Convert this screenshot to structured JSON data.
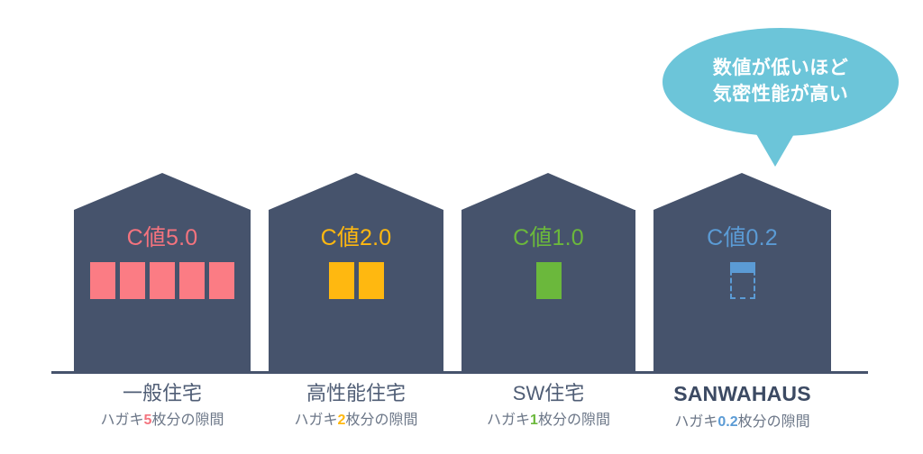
{
  "palette": {
    "house_body": "#46536c",
    "bubble_teal": "#6cc5d9",
    "bubble_text": "#ffffff",
    "pink": "#f4737e",
    "card_pink": "#fb7c84",
    "amber": "#ffb810",
    "green": "#6bb83c",
    "blue": "#5b9bd5",
    "caption_title": "#4f5d75",
    "caption_sub": "#6b7687",
    "brand_text": "#3c4a63",
    "background": "#ffffff"
  },
  "callout": {
    "line1": "数値が低いほど",
    "line2": "気密性能が高い"
  },
  "houses": [
    {
      "cvalue_label": "C値5.0",
      "cvalue_color": "#f4737e",
      "card_color": "#fb7c84",
      "cards_full": 5,
      "cards_partial": false,
      "caption_title": "一般住宅",
      "caption_prefix": "ハガキ",
      "caption_number": "5",
      "caption_suffix": "枚分の隙間",
      "number_color": "#f4737e",
      "brand": false
    },
    {
      "cvalue_label": "C値2.0",
      "cvalue_color": "#ffb810",
      "card_color": "#ffb810",
      "cards_full": 2,
      "cards_partial": false,
      "caption_title": "高性能住宅",
      "caption_prefix": "ハガキ",
      "caption_number": "2",
      "caption_suffix": "枚分の隙間",
      "number_color": "#ffb810",
      "brand": false
    },
    {
      "cvalue_label": "C値1.0",
      "cvalue_color": "#6bb83c",
      "card_color": "#6bb83c",
      "cards_full": 1,
      "cards_partial": false,
      "caption_title": "SW住宅",
      "caption_prefix": "ハガキ",
      "caption_number": "1",
      "caption_suffix": "枚分の隙間",
      "number_color": "#6bb83c",
      "brand": false
    },
    {
      "cvalue_label": "C値0.2",
      "cvalue_color": "#5b9bd5",
      "card_color": "#5b9bd5",
      "cards_full": 0,
      "cards_partial": true,
      "partial_fraction": "0.2",
      "caption_title": "SANWAHAUS",
      "caption_prefix": "ハガキ",
      "caption_number": "0.2",
      "caption_suffix": "枚分の隙間",
      "number_color": "#5b9bd5",
      "brand": true
    }
  ]
}
